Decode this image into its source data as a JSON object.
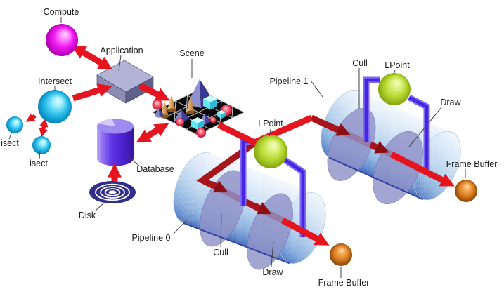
{
  "labels": {
    "compute": "Compute",
    "application": "Application",
    "intersect": "Intersect",
    "isect_left": "isect",
    "isect_bottom": "isect",
    "scene": "Scene",
    "database": "Database",
    "disk": "Disk",
    "lpoint_p0": "LPoint",
    "lpoint_p1": "LPoint",
    "cull_p0": "Cull",
    "cull_p1": "Cull",
    "draw_p0": "Draw",
    "draw_p1": "Draw",
    "pipeline0": "Pipeline 0",
    "pipeline1": "Pipeline 1",
    "framebuffer_p0": "Frame Buffer",
    "framebuffer_p1": "Frame Buffer"
  },
  "colors": {
    "arrow_bright": "#E5151F",
    "arrow_dark": "#A8141C",
    "arrowhead_dark": "#8C0F14",
    "pipe_outer": "#8066F4",
    "pipe_inner": "#4526DF",
    "cylinder_light": "#EDF4FB",
    "cylinder_shadow": "#5C85C8",
    "process_disc": "#9193C9",
    "compute_sphere": "#F21EF2",
    "intersect_sphere": "#38C6F0",
    "lpoint_sphere": "#B5D832",
    "framebuffer_sphere": "#D4791F",
    "database_cylinder": "#5F35E6",
    "disk_platter": "#312E8C",
    "scene_platform": "#0A0A0A"
  }
}
